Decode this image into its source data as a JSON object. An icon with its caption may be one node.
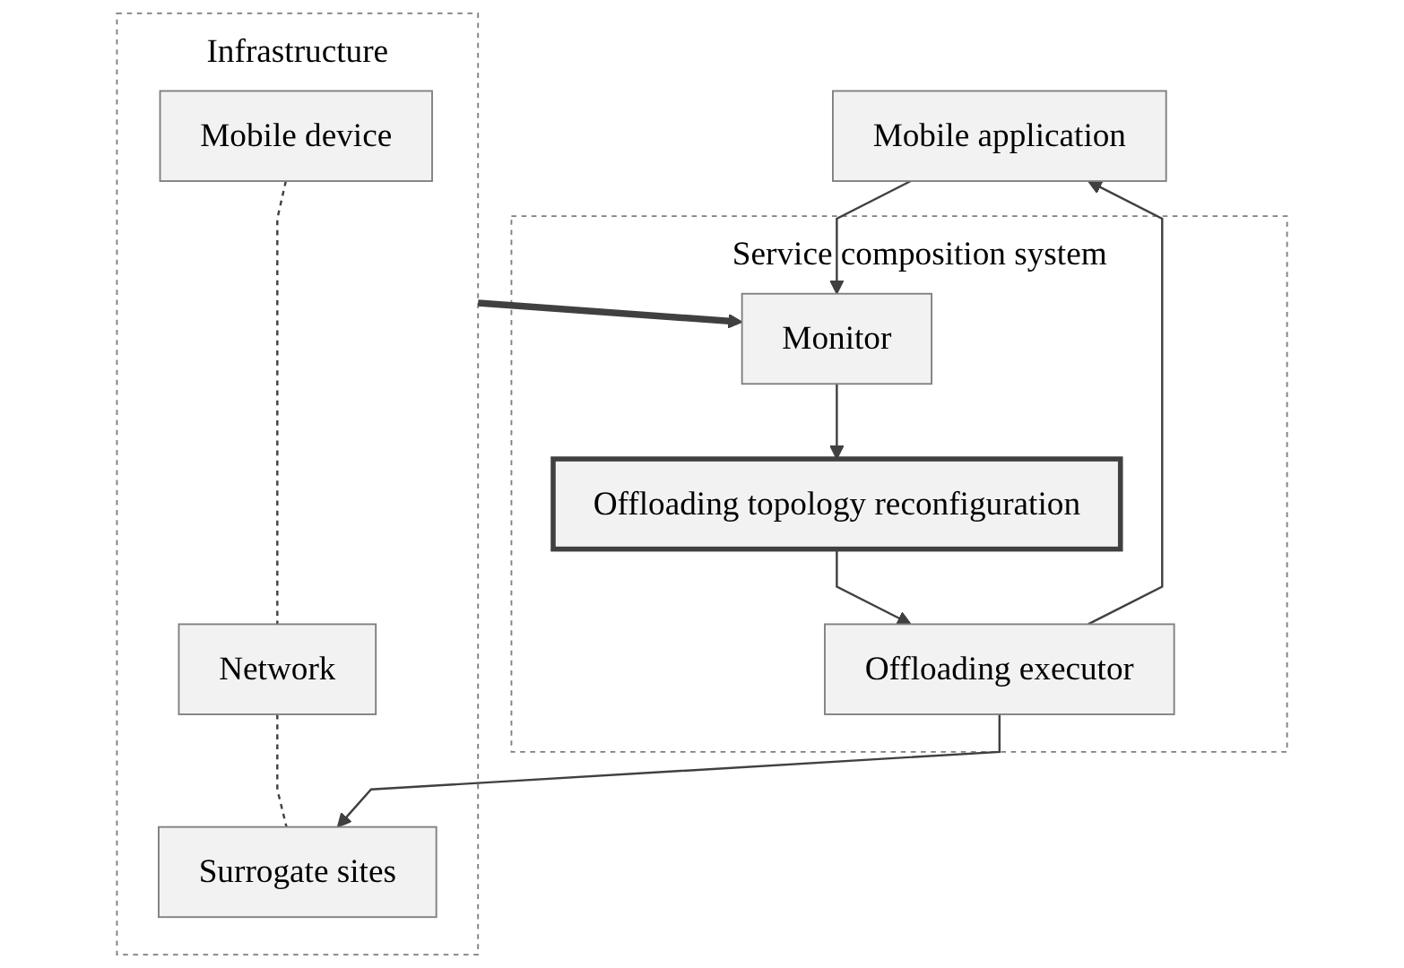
{
  "diagram": {
    "nodes": [
      {
        "text": [
          "Mobile application"
        ]
      },
      {
        "text": [
          "Service composition system"
        ]
      },
      {
        "text": [
          "Monitor"
        ],
        "in": 1
      },
      {
        "text": [
          "Offloading topology reconfiguration"
        ],
        "in": 1
      },
      {
        "text": [
          "Offloading executor"
        ],
        "in": 1
      },
      {
        "text": [
          "Infrastructure"
        ]
      },
      {
        "text": [
          "Mobile device"
        ],
        "in": 5
      },
      {
        "text": [
          "Network"
        ],
        "in": 5
      },
      {
        "text": [
          "Surrogate sites"
        ],
        "in": 5
      }
    ],
    "edges": [
      {
        "from": 0,
        "to": 2,
        "arrow": "to"
      },
      {
        "from": 2,
        "to": 3,
        "arrow": "to"
      },
      {
        "from": 3,
        "to": 4,
        "arrow": "to"
      },
      {
        "from": 4,
        "to": 0,
        "arrow": "to"
      },
      {
        "from": 4,
        "to": 8,
        "arrow": "to"
      },
      {
        "from": 5,
        "to": 2,
        "arrow": "to",
        "style": "thick"
      },
      {
        "from": 6,
        "to": 7,
        "arrow": "none",
        "style": "dashed"
      },
      {
        "from": 7,
        "to": 8,
        "arrow": "none",
        "style": "dashed"
      }
    ]
  }
}
